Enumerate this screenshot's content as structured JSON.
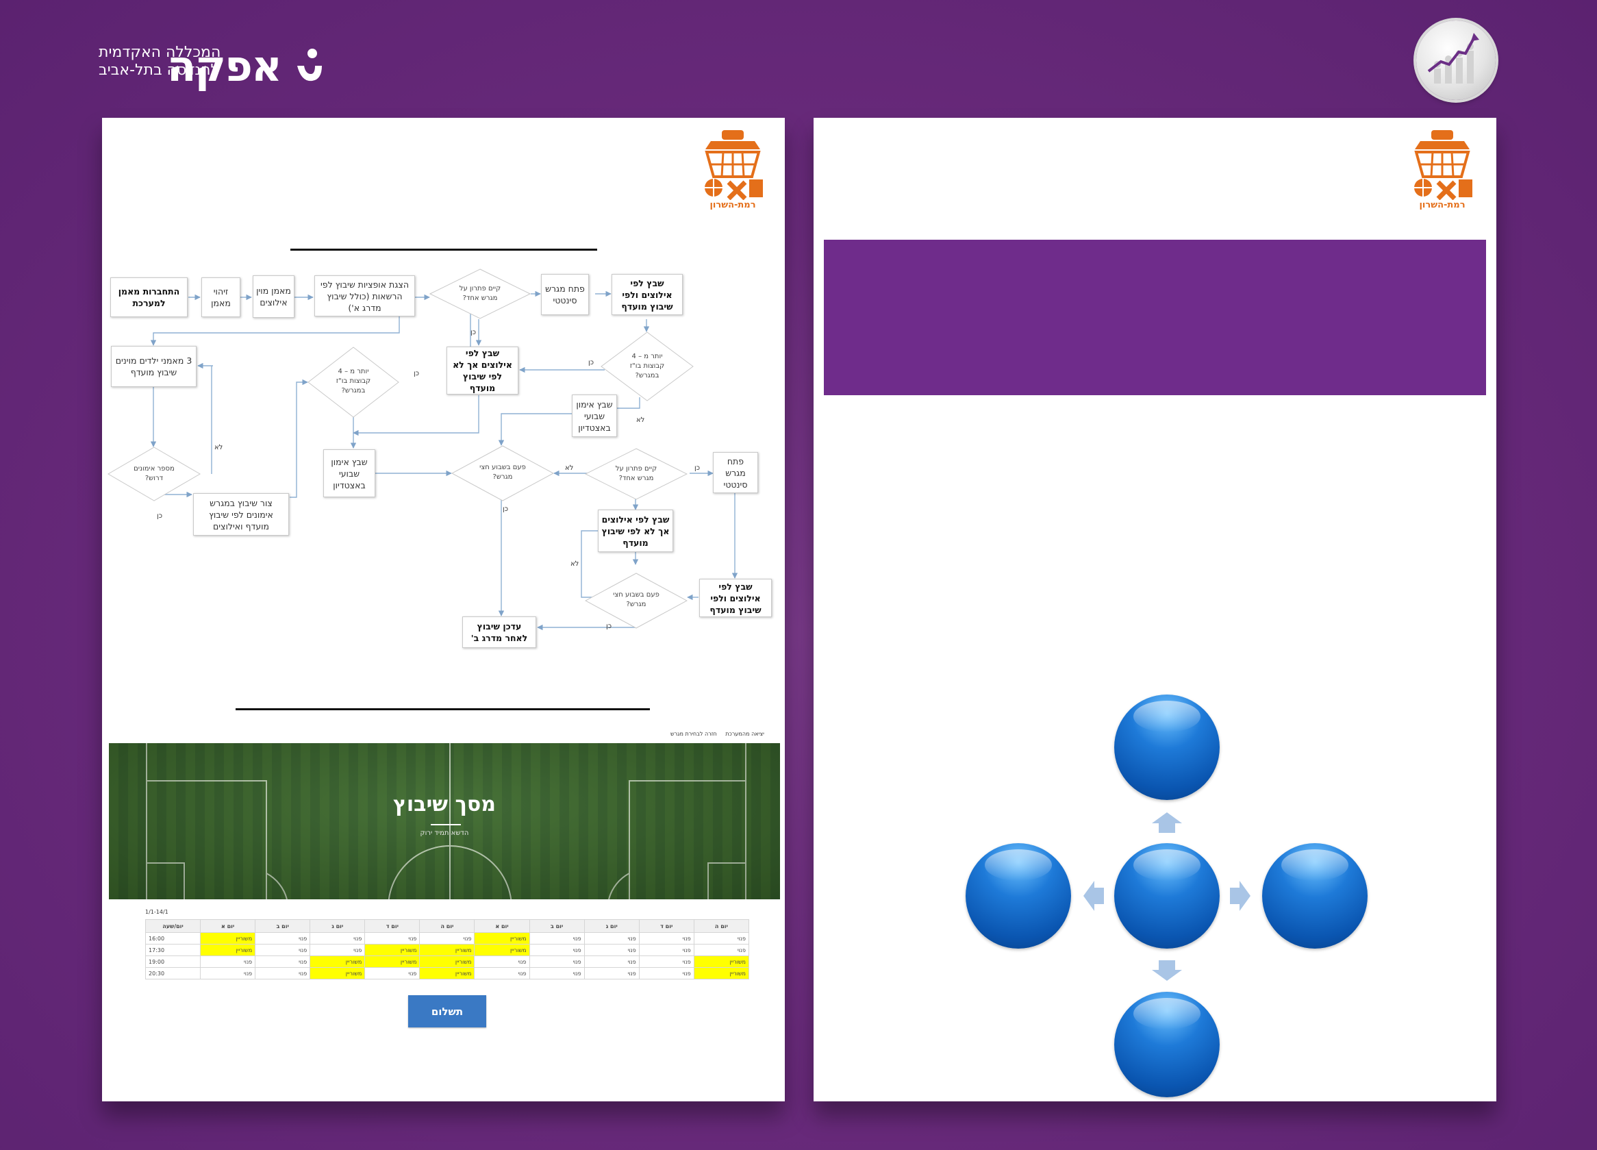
{
  "header": {
    "brand_name": "אפקה",
    "brand_line1": "המכללה האקדמית",
    "brand_line2": "להנדסה בתל-אביב"
  },
  "club_logo_caption": "רמת-השרון",
  "flowchart": {
    "nodes": {
      "login": "התחברות מאמן למערכת",
      "identify": "זיהוי מאמן",
      "coach_sorts": "מאמן מוין אילוצים",
      "options": "הצגת אופציות שיבוץ לפי הרשאות (כולל שיבוץ מדרג א')",
      "solution_one_q": "קיים פתרון על מגרש אחד?",
      "open_synthetic": "פתח מגרש סינטטי",
      "assign_pref": "שבץ לפי אילוצים ולפי שיבוץ מועדף",
      "three_coaches": "3 מאמני ילדים מוינים שיבוץ מועדף",
      "more4_q_mid": "יותר מ – 4 קבוצות בו\"ז במגרש?",
      "assign_not_pref": "שבץ לפי אילוצים אך לא לפי שיבוץ מועדף",
      "more4_q_right": "יותר מ – 4 קבוצות בו\"ז במגרש?",
      "weekly_stadium": "שבץ אימון שבועי באצטדיון",
      "weekly_stadium_mid": "שבץ אימון שבועי באצטדיון",
      "num_trainings_q": "מספר אימונים דרוש?",
      "half_field_q": "פעם בשבוע חצי מגרש?",
      "solution_one_q2": "קיים פתרון על מגרש אחד?",
      "open_synthetic2": "פתח מגרש סינטטי",
      "create_field": "צור שיבוץ במגרש אימונים לפי שיבוץ מועדף ואילוצים",
      "assign_not_pref2": "שבץ לפי אילוצים אך לא לפי שיבוץ מועדף",
      "half_field_q2": "פעם בשבוע חצי מגרש?",
      "assign_pref2": "שבץ לפי אילוצים ולפי שיבוץ מועדף",
      "update_b": "עדכן שיבוץ לאחר מדרג ב'"
    },
    "edge_labels": {
      "yes": "כן",
      "no": "לא"
    }
  },
  "screen": {
    "link_exit": "יציאה מהמערכת",
    "link_back": "חזרה לבחירת מגרש",
    "title": "מסך שיבוץ",
    "subtitle": "הדשא תמיד ירוק",
    "date_range": "1/1-14/1",
    "columns": [
      "יום/שעה",
      "יום א",
      "יום ב",
      "יום ג",
      "יום ד",
      "יום ה",
      "יום א",
      "יום ב",
      "יום ג",
      "יום ד",
      "יום ה"
    ],
    "rows": [
      {
        "time": "16:00",
        "cells": [
          "משוריין",
          "פנוי",
          "פנוי",
          "פנוי",
          "פנוי",
          "משוריין",
          "פנוי",
          "פנוי",
          "פנוי",
          "פנוי"
        ],
        "hl": [
          1,
          0,
          0,
          0,
          0,
          1,
          0,
          0,
          0,
          0
        ]
      },
      {
        "time": "17:30",
        "cells": [
          "משוריין",
          "פנוי",
          "פנוי",
          "משוריין",
          "משוריין",
          "משוריין",
          "פנוי",
          "פנוי",
          "פנוי",
          "פנוי"
        ],
        "hl": [
          1,
          0,
          0,
          1,
          1,
          1,
          0,
          0,
          0,
          0
        ]
      },
      {
        "time": "19:00",
        "cells": [
          "פנוי",
          "פנוי",
          "משוריין",
          "משוריין",
          "משוריין",
          "פנוי",
          "פנוי",
          "פנוי",
          "פנוי",
          "משוריין"
        ],
        "hl": [
          0,
          0,
          1,
          1,
          1,
          0,
          0,
          0,
          0,
          1
        ]
      },
      {
        "time": "20:30",
        "cells": [
          "פנוי",
          "פנוי",
          "משוריין",
          "פנוי",
          "משוריין",
          "פנוי",
          "פנוי",
          "פנוי",
          "פנוי",
          "משוריין"
        ],
        "hl": [
          0,
          0,
          1,
          0,
          1,
          0,
          0,
          0,
          0,
          1
        ]
      }
    ],
    "pay_button": "תשלום"
  },
  "colors": {
    "background": "#6a2b7c",
    "banner": "#6f2c8b",
    "orb": "#1e7ad8",
    "logo_orange": "#e46f1a",
    "highlight": "#ffff00",
    "button": "#3a79c4"
  }
}
